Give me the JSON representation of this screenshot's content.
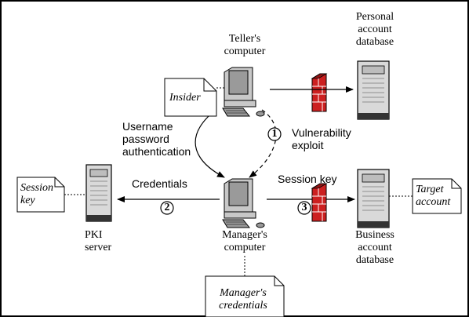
{
  "nodes": {
    "teller_computer": "Teller's computer",
    "personal_db": "Personal account database",
    "manager_computer": "Manager's computer",
    "business_db": "Business account database",
    "pki_server": "PKI server"
  },
  "notes": {
    "insider": "Insider",
    "session_key": "Session key",
    "target_account": "Target account",
    "managers_credentials": "Manager's credentials"
  },
  "edges": {
    "username_auth": "Username password authentication",
    "vulnerability": "Vulnerability exploit",
    "credentials": "Credentials",
    "session_key_label": "Session key"
  },
  "steps": [
    "1",
    "2",
    "3"
  ],
  "colors": {
    "firewall": "#cc2020",
    "server_face": "#d9d9d9",
    "monitor_screen": "#9a9a9a"
  }
}
